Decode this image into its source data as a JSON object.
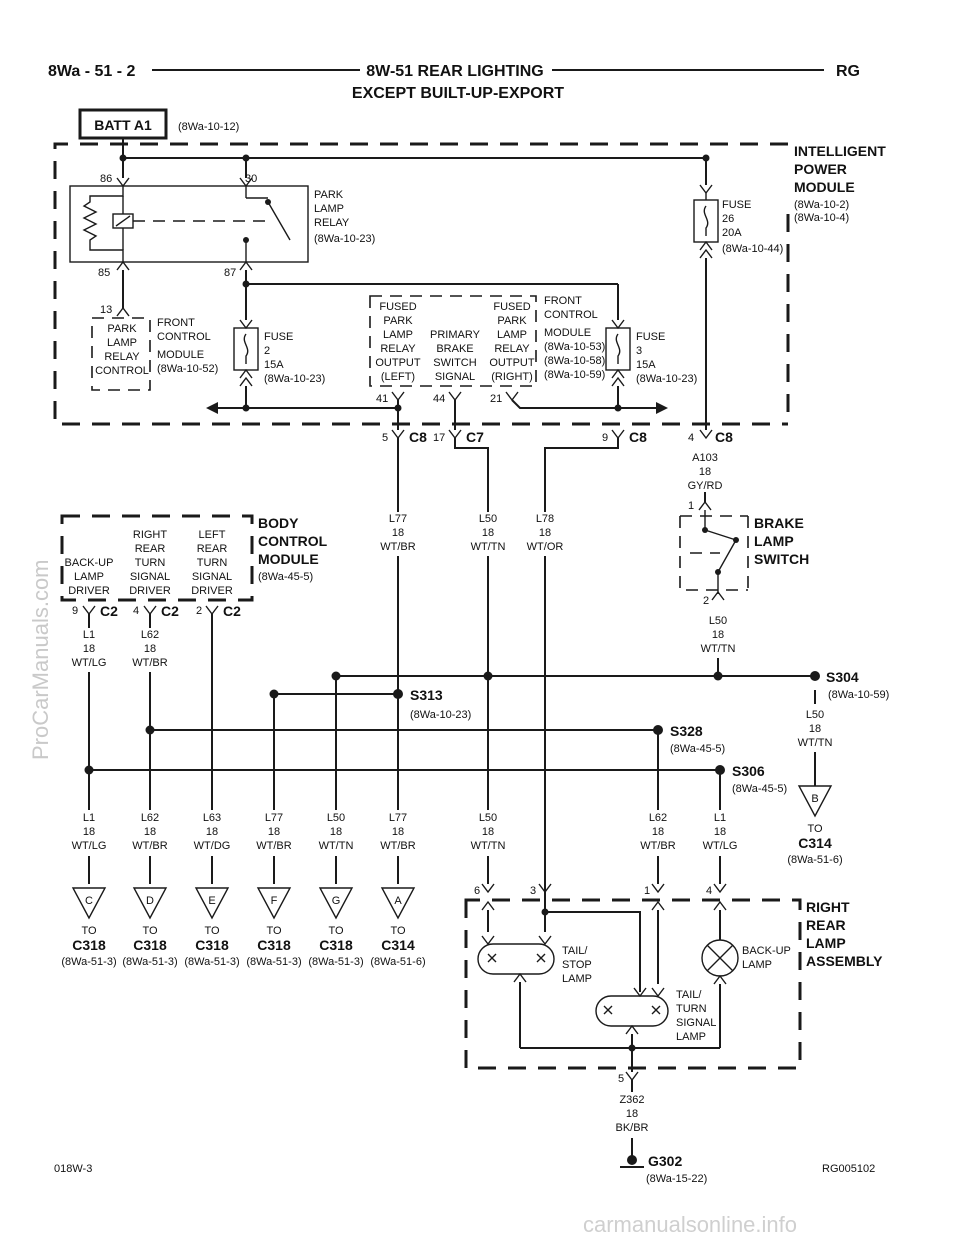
{
  "header": {
    "page_number": "8Wa - 51 - 2",
    "title_line1": "8W-51 REAR LIGHTING",
    "title_line2": "EXCEPT BUILT-UP-EXPORT",
    "section_code": "RG"
  },
  "source": {
    "name": "BATT A1",
    "ref": "(8Wa-10-12)"
  },
  "ipm": {
    "title": [
      "INTELLIGENT",
      "POWER",
      "MODULE"
    ],
    "refs": [
      "(8Wa-10-2)",
      "(8Wa-10-4)"
    ],
    "relay": {
      "pins": [
        "86",
        "30",
        "85",
        "87"
      ],
      "label": [
        "PARK",
        "LAMP",
        "RELAY",
        "(8Wa-10-23)"
      ]
    },
    "pin13": "13",
    "park_lamp_relay_control": [
      "PARK",
      "LAMP",
      "RELAY",
      "CONTROL"
    ],
    "fcm_left": [
      "FRONT",
      "CONTROL",
      "MODULE",
      "(8Wa-10-52)"
    ],
    "fuse2": [
      "FUSE",
      "2",
      "15A",
      "(8Wa-10-23)"
    ],
    "fused_left": [
      "FUSED",
      "PARK",
      "LAMP",
      "RELAY",
      "OUTPUT",
      "(LEFT)"
    ],
    "primary_brake": [
      "PRIMARY",
      "BRAKE",
      "SWITCH",
      "SIGNAL"
    ],
    "fused_right": [
      "FUSED",
      "PARK",
      "LAMP",
      "RELAY",
      "OUTPUT",
      "(RIGHT)"
    ],
    "fcm_right": [
      "FRONT",
      "CONTROL",
      "MODULE",
      "(8Wa-10-53)",
      "(8Wa-10-58)",
      "(8Wa-10-59)"
    ],
    "fuse3": [
      "FUSE",
      "3",
      "15A",
      "(8Wa-10-23)"
    ],
    "fuse26": [
      "FUSE",
      "26",
      "20A",
      "(8Wa-10-44)"
    ],
    "pins_out": [
      "41",
      "44",
      "21"
    ]
  },
  "connectors": {
    "c8a": {
      "pin": "5",
      "name": "C8"
    },
    "c7": {
      "pin": "17",
      "name": "C7"
    },
    "c8b": {
      "pin": "9",
      "name": "C8"
    },
    "c8c": {
      "pin": "4",
      "name": "C8"
    }
  },
  "wires": {
    "a103": [
      "A103",
      "18",
      "GY/RD"
    ],
    "l77_top": [
      "L77",
      "18",
      "WT/BR"
    ],
    "l50_top": [
      "L50",
      "18",
      "WT/TN"
    ],
    "l78_top": [
      "L78",
      "18",
      "WT/OR"
    ],
    "l50_bls": [
      "L50",
      "18",
      "WT/TN"
    ],
    "l50_right": [
      "L50",
      "18",
      "WT/TN"
    ],
    "l1_top": [
      "L1",
      "18",
      "WT/LG"
    ],
    "l62_top": [
      "L62",
      "18",
      "WT/BR"
    ],
    "z362": [
      "Z362",
      "18",
      "BK/BR"
    ],
    "bottom": [
      [
        "L1",
        "18",
        "WT/LG"
      ],
      [
        "L62",
        "18",
        "WT/BR"
      ],
      [
        "L63",
        "18",
        "WT/DG"
      ],
      [
        "L77",
        "18",
        "WT/BR"
      ],
      [
        "L50",
        "18",
        "WT/TN"
      ],
      [
        "L77",
        "18",
        "WT/BR"
      ],
      [
        "L50",
        "18",
        "WT/TN"
      ],
      [
        "L62",
        "18",
        "WT/BR"
      ],
      [
        "L1",
        "18",
        "WT/LG"
      ]
    ]
  },
  "brake_switch": {
    "title": [
      "BRAKE",
      "LAMP",
      "SWITCH"
    ],
    "pins": [
      "1",
      "2"
    ]
  },
  "bcm": {
    "title": [
      "BODY",
      "CONTROL",
      "MODULE"
    ],
    "ref": "(8Wa-45-5)",
    "backup": [
      "BACK-UP",
      "LAMP",
      "DRIVER"
    ],
    "right_turn": [
      "RIGHT",
      "REAR",
      "TURN",
      "SIGNAL",
      "DRIVER"
    ],
    "left_turn": [
      "LEFT",
      "REAR",
      "TURN",
      "SIGNAL",
      "DRIVER"
    ],
    "pins": [
      {
        "pin": "9",
        "name": "C2"
      },
      {
        "pin": "4",
        "name": "C2"
      },
      {
        "pin": "2",
        "name": "C2"
      }
    ]
  },
  "splices": {
    "s304": {
      "name": "S304",
      "ref": "(8Wa-10-59)"
    },
    "s313": {
      "name": "S313",
      "ref": "(8Wa-10-23)"
    },
    "s328": {
      "name": "S328",
      "ref": "(8Wa-45-5)"
    },
    "s306": {
      "name": "S306",
      "ref": "(8Wa-45-5)"
    }
  },
  "destinations": [
    {
      "letter": "C",
      "to": "TO",
      "conn": "C318",
      "ref": "(8Wa-51-3)"
    },
    {
      "letter": "D",
      "to": "TO",
      "conn": "C318",
      "ref": "(8Wa-51-3)"
    },
    {
      "letter": "E",
      "to": "TO",
      "conn": "C318",
      "ref": "(8Wa-51-3)"
    },
    {
      "letter": "F",
      "to": "TO",
      "conn": "C318",
      "ref": "(8Wa-51-3)"
    },
    {
      "letter": "G",
      "to": "TO",
      "conn": "C318",
      "ref": "(8Wa-51-3)"
    },
    {
      "letter": "A",
      "to": "TO",
      "conn": "C314",
      "ref": "(8Wa-51-6)"
    }
  ],
  "right_dest": {
    "letter": "B",
    "to": "TO",
    "conn": "C314",
    "ref": "(8Wa-51-6)"
  },
  "rear_lamp": {
    "title": [
      "RIGHT",
      "REAR",
      "LAMP",
      "ASSEMBLY"
    ],
    "pins": [
      "6",
      "3",
      "1",
      "4",
      "5"
    ],
    "tail_stop": [
      "TAIL/",
      "STOP",
      "LAMP"
    ],
    "backup": [
      "BACK-UP",
      "LAMP"
    ],
    "tail_turn": [
      "TAIL/",
      "TURN",
      "SIGNAL",
      "LAMP"
    ]
  },
  "ground": {
    "name": "G302",
    "ref": "(8Wa-15-22)"
  },
  "footer": {
    "left_code": "018W-3",
    "right_code": "RG005102"
  },
  "watermarks": {
    "side": "ProCarManuals.com",
    "bottom": "carmanualsonline.info"
  }
}
